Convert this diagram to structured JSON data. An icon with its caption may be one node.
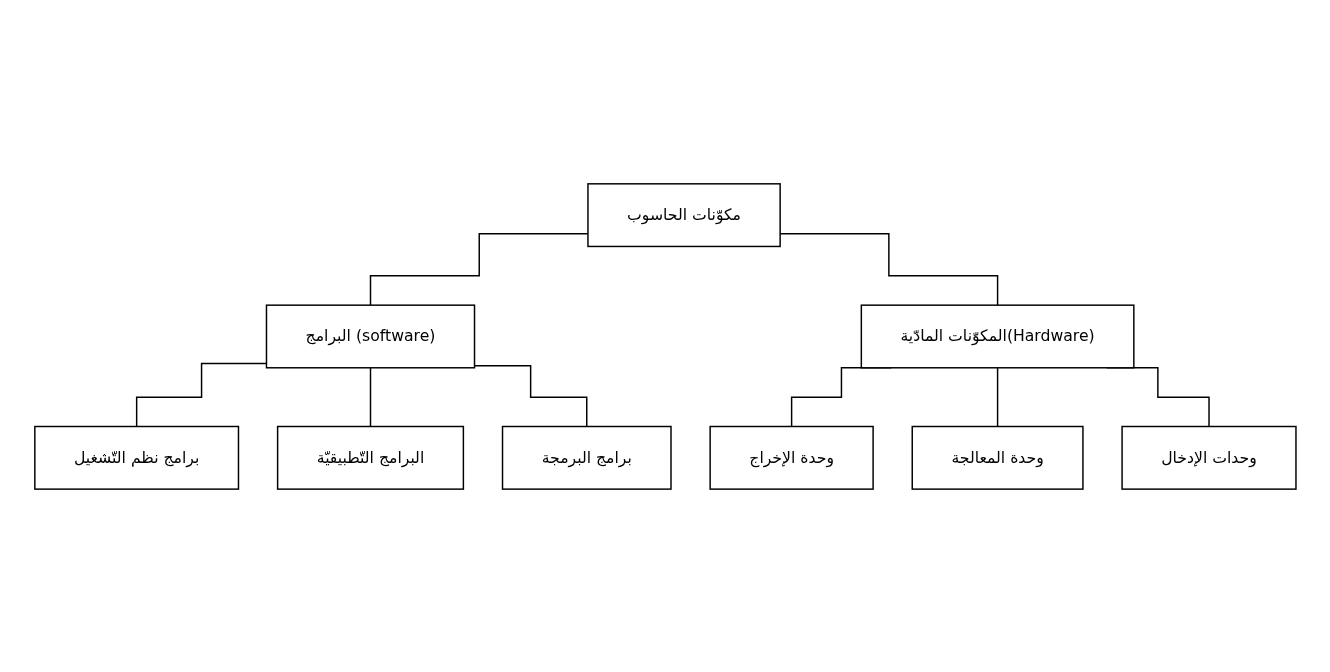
{
  "diagram": {
    "nodes": [
      {
        "text": [
          "مكوّنات الحاسوب"
        ]
      },
      {
        "text": [
          "البرامج (software)"
        ]
      },
      {
        "text": [
          "المكوّنات المادّية(Hardware)"
        ]
      },
      {
        "text": [
          "برامج نظم التّشغيل"
        ]
      },
      {
        "text": [
          "البرامج التّطبيقيّة"
        ]
      },
      {
        "text": [
          "برامج البرمجة"
        ]
      },
      {
        "text": [
          "وحدة الإخراج"
        ]
      },
      {
        "text": [
          "وحدة المعالجة"
        ]
      },
      {
        "text": [
          "وحدات الإدخال"
        ]
      }
    ],
    "edges": [
      {
        "from": 0,
        "to": 1,
        "arrow": "none"
      },
      {
        "from": 0,
        "to": 2,
        "arrow": "none"
      },
      {
        "from": 1,
        "to": 3,
        "arrow": "none"
      },
      {
        "from": 1,
        "to": 4,
        "arrow": "none"
      },
      {
        "from": 1,
        "to": 5,
        "arrow": "none"
      },
      {
        "from": 2,
        "to": 6,
        "arrow": "none"
      },
      {
        "from": 2,
        "to": 7,
        "arrow": "none"
      },
      {
        "from": 2,
        "to": 8,
        "arrow": "none"
      }
    ]
  }
}
